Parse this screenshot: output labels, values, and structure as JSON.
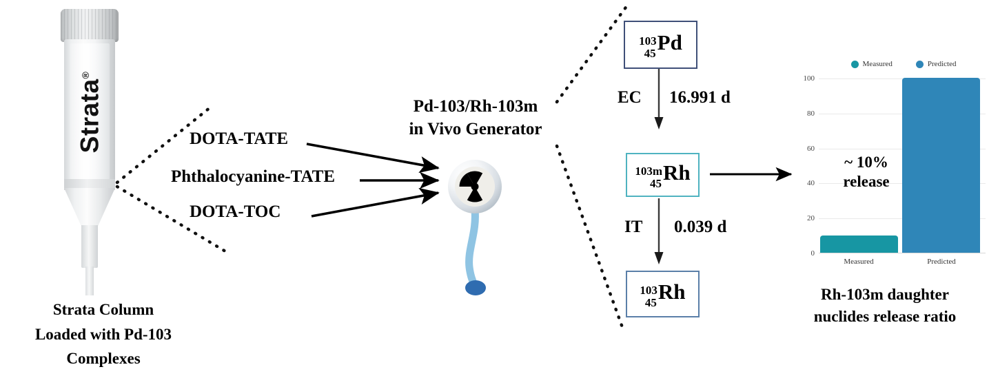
{
  "column": {
    "brand": "Strata",
    "trademark": "®",
    "caption_lines": [
      "Strata Column",
      "Loaded with Pd-103",
      "Complexes"
    ]
  },
  "ligands": [
    {
      "label": "DOTA-TATE"
    },
    {
      "label": "Phthalocyanine-TATE"
    },
    {
      "label": "DOTA-TOC"
    }
  ],
  "generator": {
    "title_line1": "Pd-103/Rh-103m",
    "title_line2": "in Vivo Generator",
    "icon": "radioactive-trefoil-icon",
    "tail_color": "#8fc4e3",
    "dot_color": "#2f6cb0"
  },
  "decay_chain": {
    "nuclides": [
      {
        "mass": "103",
        "atomic": "45",
        "symbol": "Pd",
        "border_color": "#3f4f78"
      },
      {
        "mass": "103m",
        "atomic": "45",
        "symbol": "Rh",
        "border_color": "#4fb3c0"
      },
      {
        "mass": "103",
        "atomic": "45",
        "symbol": "Rh",
        "border_color": "#5a7fa8"
      }
    ],
    "transitions": [
      {
        "mode": "EC",
        "half_life": "16.991 d"
      },
      {
        "mode": "IT",
        "half_life": "0.039 d"
      }
    ]
  },
  "chart_caption_lines": [
    "Rh-103m daughter",
    "nuclides release ratio"
  ],
  "chart_data": {
    "type": "bar",
    "title": "",
    "categories": [
      "Measured",
      "Predicted"
    ],
    "values": [
      10,
      100
    ],
    "series": [
      {
        "name": "Measured",
        "values": [
          10
        ],
        "color": "#1796a3"
      },
      {
        "name": "Predicted",
        "values": [
          100
        ],
        "color": "#2f86b8"
      }
    ],
    "legend": [
      "Measured",
      "Predicted"
    ],
    "legend_position": "top",
    "xlabel": "",
    "ylabel": "",
    "ylim": [
      0,
      100
    ],
    "yticks": [
      "100",
      "80",
      "60",
      "40",
      "20",
      "0"
    ],
    "ytick_values": [
      100,
      80,
      60,
      40,
      20,
      0
    ],
    "grid": true,
    "annotation_lines": [
      "~ 10%",
      "release"
    ]
  }
}
